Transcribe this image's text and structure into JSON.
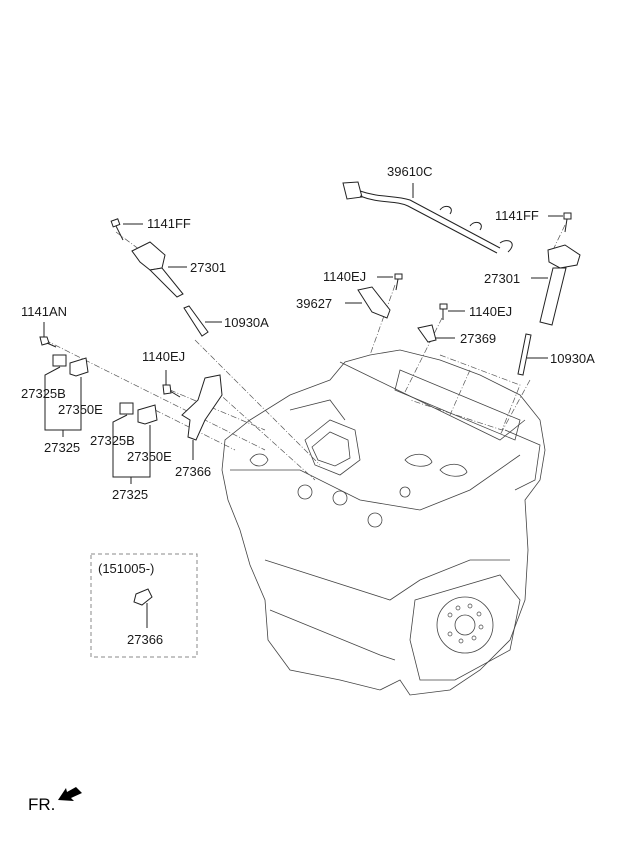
{
  "diagram": {
    "title": "Ignition coil and spark plug parts diagram",
    "labels": {
      "harness": "39610C",
      "bolt_coil_right": "1141FF",
      "coil_right": "27301",
      "bolt_sensor_top": "1140EJ",
      "sensor_39627": "39627",
      "bolt_sensor_right": "1140EJ",
      "sensor_27369": "27369",
      "plug_right": "10930A",
      "bolt_coil_left": "1141FF",
      "coil_left": "27301",
      "plug_left": "10930A",
      "bolt_knock_left": "1141AN",
      "knock_b_1": "27325B",
      "knock_e_1": "27350E",
      "knock_assy_1": "27325",
      "bolt_bracket": "1140EJ",
      "knock_b_2": "27325B",
      "knock_e_2": "27350E",
      "knock_assy_2": "27325",
      "bracket": "27366",
      "inset_note": "(151005-)",
      "inset_bracket": "27366"
    },
    "front_indicator": "FR."
  }
}
